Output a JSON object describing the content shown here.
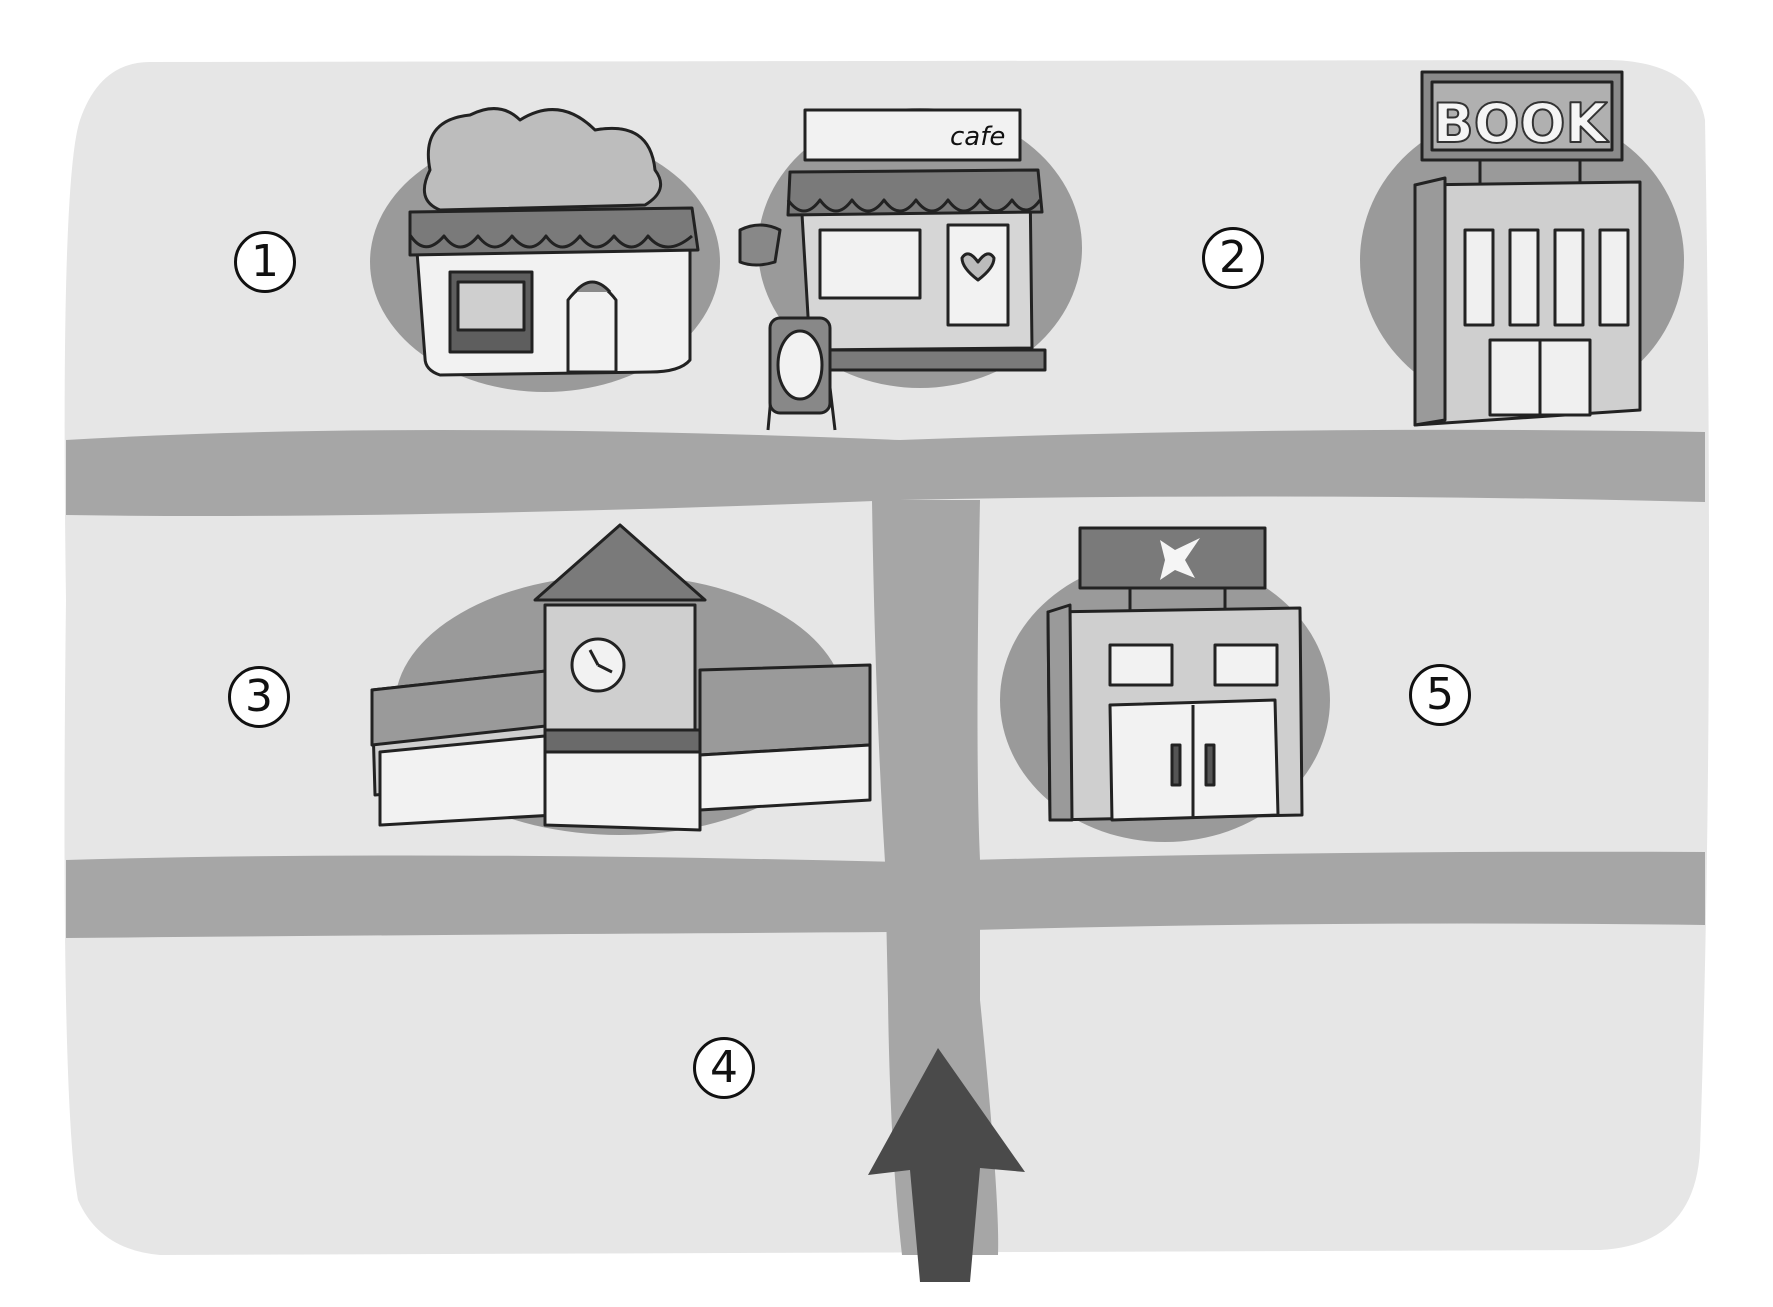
{
  "map": {
    "markers": [
      {
        "id": "1",
        "label": "1"
      },
      {
        "id": "2",
        "label": "2"
      },
      {
        "id": "3",
        "label": "3"
      },
      {
        "id": "4",
        "label": "4"
      },
      {
        "id": "5",
        "label": "5"
      }
    ],
    "buildings": {
      "cafe_sign": "cafe",
      "bookstore_sign": "BOOK"
    },
    "colors": {
      "ground": "#e6e6e6",
      "road": "#a6a6a6",
      "shadow": "#9a9a9a",
      "arrow": "#4a4a4a"
    },
    "icons": [
      "bakery-icon",
      "cafe-icon",
      "bookstore-icon",
      "clock-tower-mall-icon",
      "shop-icon",
      "arrow-up-icon"
    ]
  }
}
